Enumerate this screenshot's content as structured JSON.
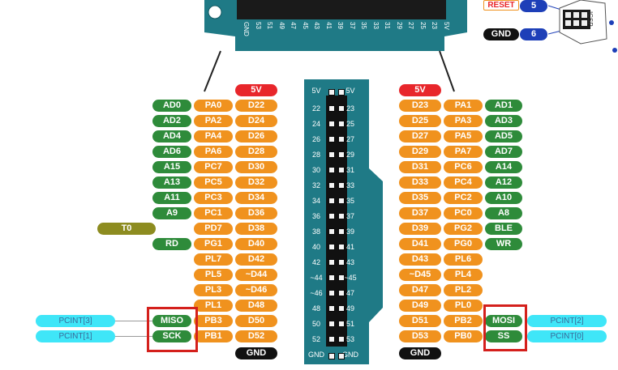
{
  "board": {
    "labels": [
      "GND",
      "53",
      "51",
      "49",
      "47",
      "45",
      "43",
      "41",
      "39",
      "37",
      "35",
      "33",
      "31",
      "29",
      "27",
      "25",
      "23",
      "5V"
    ]
  },
  "icsp": {
    "reset_label": "RESET",
    "reset_num": "5",
    "gnd_label": "GND",
    "gnd_num": "6",
    "name": "ICSP"
  },
  "header": {
    "top_left": "5V",
    "top_right": "5V",
    "bottom_left": "GND",
    "bottom_right": "GND",
    "left_numbers": [
      "22",
      "24",
      "26",
      "28",
      "30",
      "32",
      "34",
      "36",
      "38",
      "40",
      "42",
      "~44",
      "~46",
      "48",
      "50",
      "52"
    ],
    "right_numbers": [
      "23",
      "25",
      "27",
      "29",
      "31",
      "33",
      "35",
      "37",
      "39",
      "41",
      "43",
      "~45",
      "47",
      "49",
      "51",
      "53"
    ]
  },
  "power": {
    "left_5v": "5V",
    "right_5v": "5V",
    "left_gnd": "GND",
    "right_gnd": "GND"
  },
  "left_rows": [
    {
      "ext": "",
      "analog": "AD0",
      "port": "PA0",
      "digital": "D22"
    },
    {
      "ext": "",
      "analog": "AD2",
      "port": "PA2",
      "digital": "D24"
    },
    {
      "ext": "",
      "analog": "AD4",
      "port": "PA4",
      "digital": "D26"
    },
    {
      "ext": "",
      "analog": "AD6",
      "port": "PA6",
      "digital": "D28"
    },
    {
      "ext": "",
      "analog": "A15",
      "port": "PC7",
      "digital": "D30"
    },
    {
      "ext": "",
      "analog": "A13",
      "port": "PC5",
      "digital": "D32"
    },
    {
      "ext": "",
      "analog": "A11",
      "port": "PC3",
      "digital": "D34"
    },
    {
      "ext": "",
      "analog": "A9",
      "port": "PC1",
      "digital": "D36"
    },
    {
      "ext": "T0",
      "analog": "",
      "port": "PD7",
      "digital": "D38"
    },
    {
      "ext": "",
      "analog": "RD",
      "port": "PG1",
      "digital": "D40"
    },
    {
      "ext": "",
      "analog": "",
      "port": "PL7",
      "digital": "D42"
    },
    {
      "ext": "",
      "analog": "",
      "port": "PL5",
      "digital": "~D44"
    },
    {
      "ext": "",
      "analog": "",
      "port": "PL3",
      "digital": "~D46"
    },
    {
      "ext": "",
      "analog": "",
      "port": "PL1",
      "digital": "D48"
    },
    {
      "ext": "PCINT[3]",
      "analog": "MISO",
      "port": "PB3",
      "digital": "D50"
    },
    {
      "ext": "PCINT[1]",
      "analog": "SCK",
      "port": "PB1",
      "digital": "D52"
    }
  ],
  "right_rows": [
    {
      "digital": "D23",
      "port": "PA1",
      "analog": "AD1",
      "ext": ""
    },
    {
      "digital": "D25",
      "port": "PA3",
      "analog": "AD3",
      "ext": ""
    },
    {
      "digital": "D27",
      "port": "PA5",
      "analog": "AD5",
      "ext": ""
    },
    {
      "digital": "D29",
      "port": "PA7",
      "analog": "AD7",
      "ext": ""
    },
    {
      "digital": "D31",
      "port": "PC6",
      "analog": "A14",
      "ext": ""
    },
    {
      "digital": "D33",
      "port": "PC4",
      "analog": "A12",
      "ext": ""
    },
    {
      "digital": "D35",
      "port": "PC2",
      "analog": "A10",
      "ext": ""
    },
    {
      "digital": "D37",
      "port": "PC0",
      "analog": "A8",
      "ext": ""
    },
    {
      "digital": "D39",
      "port": "PG2",
      "analog": "BLE",
      "ext": ""
    },
    {
      "digital": "D41",
      "port": "PG0",
      "analog": "WR",
      "ext": ""
    },
    {
      "digital": "D43",
      "port": "PL6",
      "analog": "",
      "ext": ""
    },
    {
      "digital": "~D45",
      "port": "PL4",
      "analog": "",
      "ext": ""
    },
    {
      "digital": "D47",
      "port": "PL2",
      "analog": "",
      "ext": ""
    },
    {
      "digital": "D49",
      "port": "PL0",
      "analog": "",
      "ext": ""
    },
    {
      "digital": "D51",
      "port": "PB2",
      "analog": "MOSI",
      "ext": "PCINT[2]"
    },
    {
      "digital": "D53",
      "port": "PB0",
      "analog": "SS",
      "ext": "PCINT[0]"
    }
  ],
  "colors": {
    "analog": "#2e8b3a",
    "port": "#f0921e",
    "digital": "#f0921e",
    "power": "#e8262b",
    "ground": "#111111",
    "timer": "#8d8c20",
    "pcint": "#3fe6f8",
    "header": "#1f7a86",
    "highlight": "#d4201c",
    "icsp_num": "#1d3fb8"
  }
}
